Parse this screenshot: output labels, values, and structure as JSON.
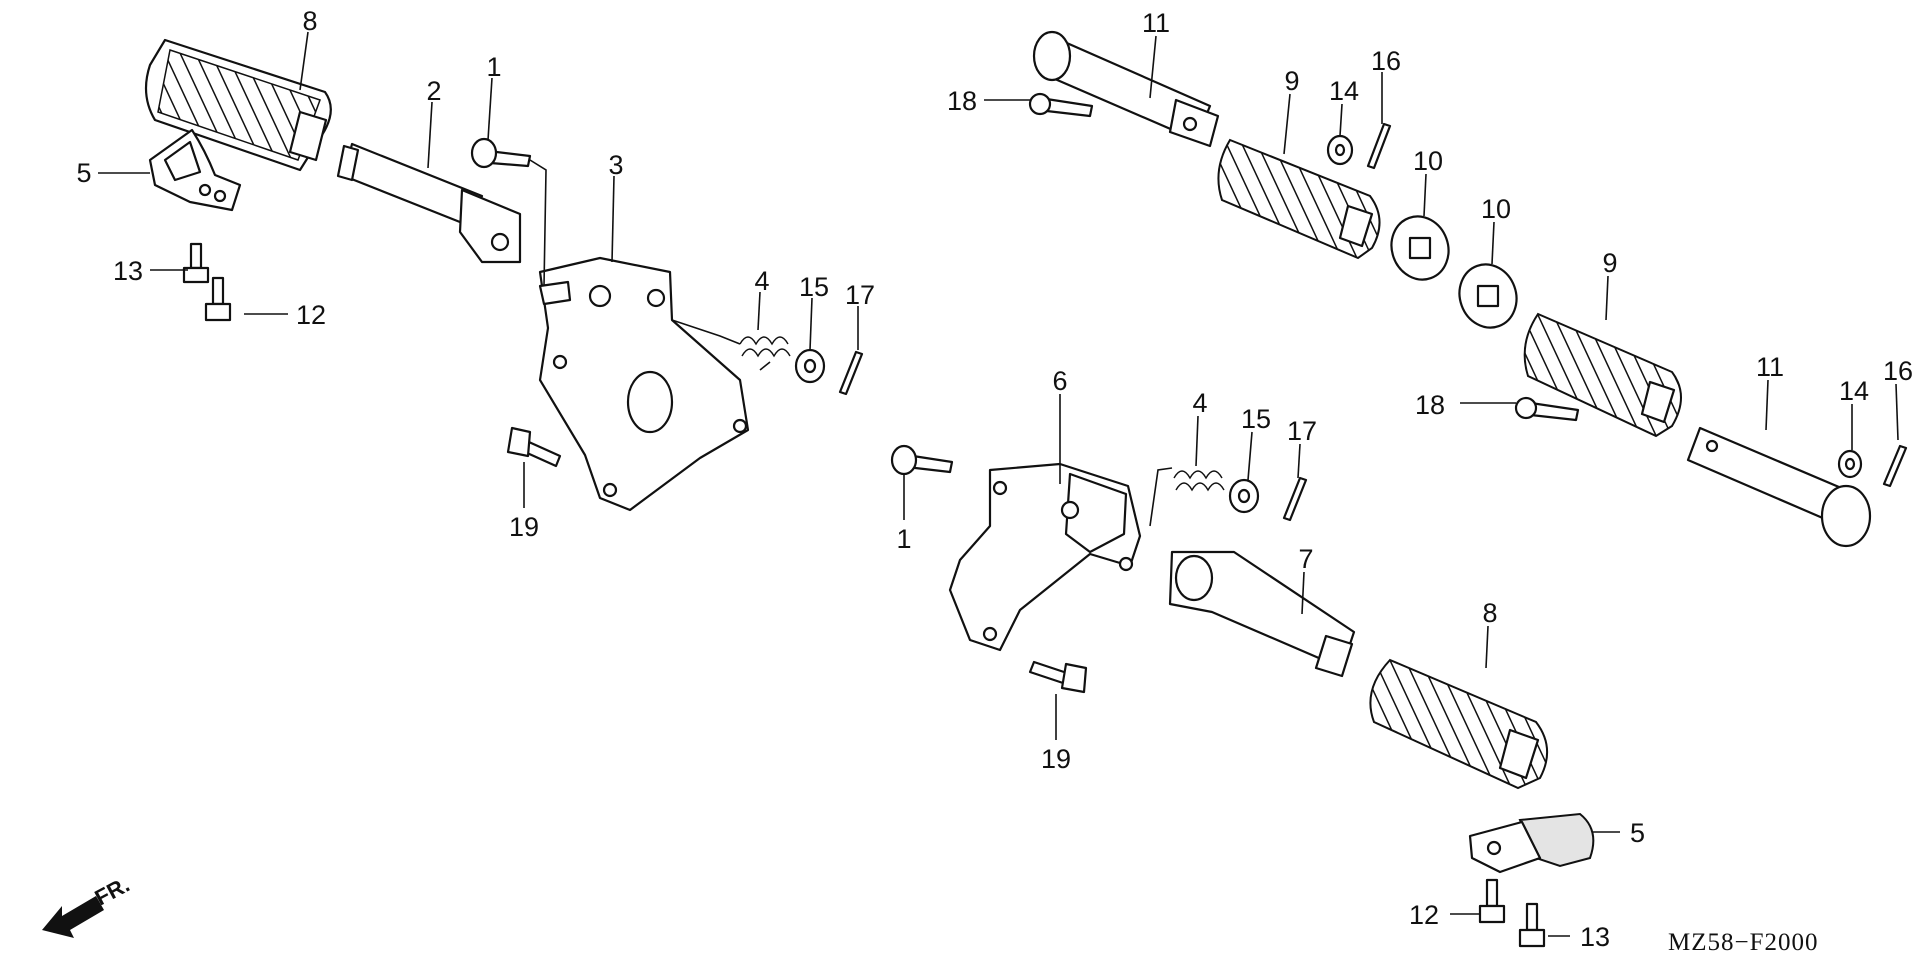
{
  "diagram_code": "MZ58−F2000",
  "front_indicator": "FR.",
  "callouts": [
    {
      "id": "c8a",
      "text": "8"
    },
    {
      "id": "c2",
      "text": "2"
    },
    {
      "id": "c1a",
      "text": "1"
    },
    {
      "id": "c3",
      "text": "3"
    },
    {
      "id": "c5a",
      "text": "5"
    },
    {
      "id": "c13a",
      "text": "13"
    },
    {
      "id": "c12a",
      "text": "12"
    },
    {
      "id": "c4a",
      "text": "4"
    },
    {
      "id": "c15a",
      "text": "15"
    },
    {
      "id": "c17a",
      "text": "17"
    },
    {
      "id": "c19a",
      "text": "19"
    },
    {
      "id": "c11a",
      "text": "11"
    },
    {
      "id": "c18a",
      "text": "18"
    },
    {
      "id": "c9a",
      "text": "9"
    },
    {
      "id": "c14a",
      "text": "14"
    },
    {
      "id": "c16a",
      "text": "16"
    },
    {
      "id": "c10a",
      "text": "10"
    },
    {
      "id": "c10b",
      "text": "10"
    },
    {
      "id": "c9b",
      "text": "9"
    },
    {
      "id": "c11b",
      "text": "11"
    },
    {
      "id": "c14b",
      "text": "14"
    },
    {
      "id": "c16b",
      "text": "16"
    },
    {
      "id": "c18b",
      "text": "18"
    },
    {
      "id": "c6",
      "text": "6"
    },
    {
      "id": "c4b",
      "text": "4"
    },
    {
      "id": "c15b",
      "text": "15"
    },
    {
      "id": "c17b",
      "text": "17"
    },
    {
      "id": "c1b",
      "text": "1"
    },
    {
      "id": "c7",
      "text": "7"
    },
    {
      "id": "c8b",
      "text": "8"
    },
    {
      "id": "c19b",
      "text": "19"
    },
    {
      "id": "c5b",
      "text": "5"
    },
    {
      "id": "c12b",
      "text": "12"
    },
    {
      "id": "c13b",
      "text": "13"
    }
  ]
}
